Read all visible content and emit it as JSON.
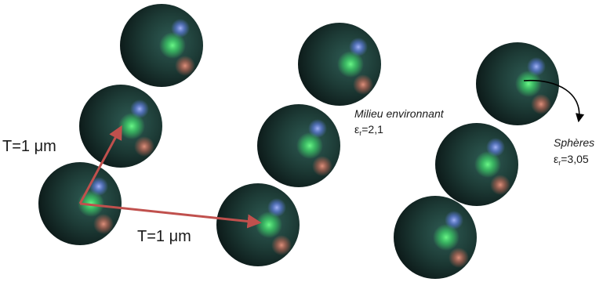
{
  "labels": {
    "period_vertical": "T=1 μm",
    "period_horizontal": "T=1 μm",
    "medium_name": "Milieu environnant",
    "medium_eps_symbol": "ε",
    "medium_eps_sub": "r",
    "medium_eps_value": "=2,1",
    "spheres_name": "Sphères",
    "spheres_eps_symbol": "ε",
    "spheres_eps_sub": "r",
    "spheres_eps_value": "=3,05"
  },
  "colors": {
    "arrow_lattice": "#c0504d",
    "arrow_callout": "#000000",
    "sphere_base": "#1d3b36",
    "sphere_highlight_green": "#3fe06a",
    "sphere_highlight_blue": "#6b86ff",
    "sphere_highlight_red": "#e0705c"
  }
}
